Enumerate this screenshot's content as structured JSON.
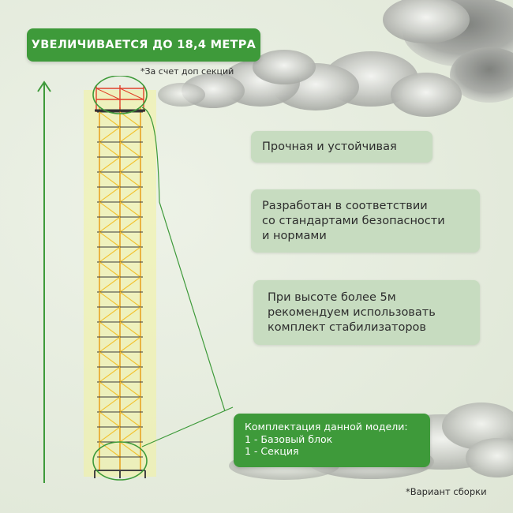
{
  "banner": {
    "title": "УВЕЛИЧИВАЕТСЯ ДО 18,4 МЕТРА",
    "note": "*За счет доп секций"
  },
  "features": [
    {
      "text": "Прочная и устойчивая"
    },
    {
      "text": "Разработан в соответствии\nсо стандартами безопасности\nи нормами"
    },
    {
      "text": "При высоте более 5м\nрекомендуем использовать\nкомплект стабилизаторов"
    }
  ],
  "kit": {
    "heading": "Комплектация данной модели:",
    "items": [
      "1 - Базовый блок",
      "1 - Секция"
    ]
  },
  "footnote": "*Вариант сборки",
  "colors": {
    "accent_green": "#3e9a3a",
    "card_bg": "#c7dcc0",
    "scaffold_yellow": "#f2c230",
    "scaffold_red": "#e0402a"
  },
  "icons": [
    "height-arrow-icon",
    "scaffold-tower-icon"
  ]
}
